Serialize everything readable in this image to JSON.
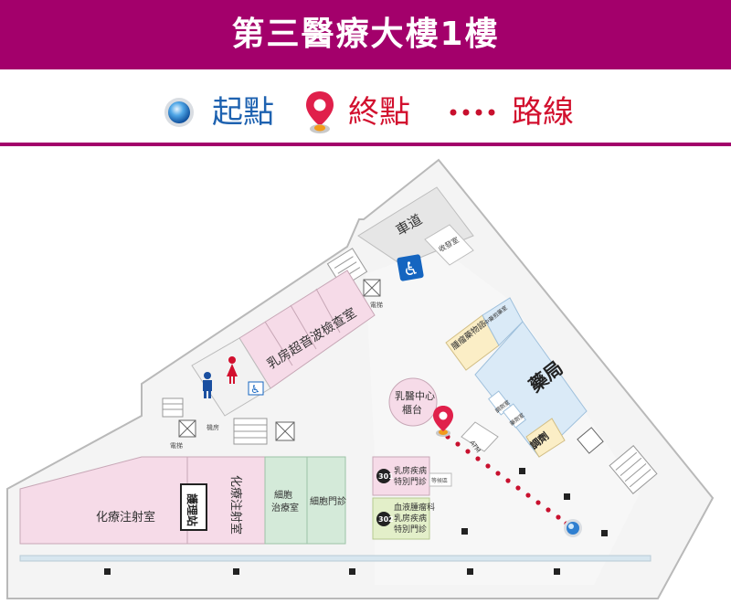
{
  "title": "第三醫療大樓1樓",
  "legend": {
    "start": "起點",
    "end": "終點",
    "route": "路線"
  },
  "colors": {
    "brand": "#a3006b",
    "start_marker": "#1e62b0",
    "end_marker": "#d2102e",
    "route": "#c8102e",
    "pink_zone": "#f6dbe8",
    "blue_zone": "#daeaf7",
    "green_zone": "#d4ead9",
    "yellow_zone": "#fbeec6",
    "grey_zone": "#ececec"
  },
  "map": {
    "driveway": "車道",
    "collection_room": "收發室",
    "elevator": "電梯",
    "breast_ultrasound_room": "乳房超音波檢查室",
    "tumor_drug_consult": "腫瘤藥物諮詢室",
    "chinese_medicine_room": "中藥煎藥室",
    "pharmacy": "藥局",
    "dispensing": "調劑",
    "pharmacy_small_1": "調劑室",
    "pharmacy_small_2": "藥劑室",
    "breast_center_counter_1": "乳醫中心",
    "breast_center_counter_2": "櫃台",
    "atm": "ATM",
    "chemo_room_main": "化療注射室",
    "nursing_station": "護理站",
    "chemo_room_2": "化療注射室",
    "cell_treatment_1": "細胞",
    "cell_treatment_2": "治療室",
    "cell_clinic": "細胞門診",
    "clinic_301_line1": "乳房疾病",
    "clinic_301_line2": "特別門診",
    "clinic_302_line1": "血液腫瘤科",
    "clinic_302_line2": "乳房疾病",
    "clinic_302_line3": "特別門診",
    "room_301": "301",
    "room_302": "302",
    "waiting_area": "等候區",
    "stairs": "樓梯",
    "machine_room": "機房"
  }
}
